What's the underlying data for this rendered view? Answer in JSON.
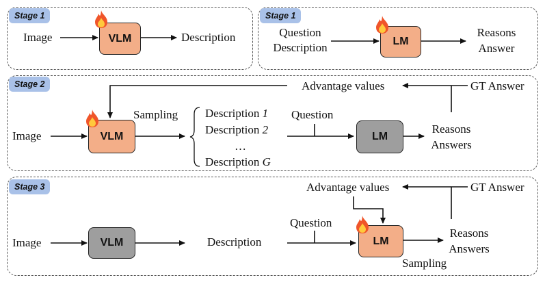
{
  "stage1_left": {
    "tag": "Stage 1",
    "input": "Image",
    "model": "VLM",
    "output": "Description"
  },
  "stage1_right": {
    "tag": "Stage 1",
    "input_line1": "Question",
    "input_line2": "Description",
    "model": "LM",
    "output_line1": "Reasons",
    "output_line2": "Answer"
  },
  "stage2": {
    "tag": "Stage 2",
    "input": "Image",
    "model": "VLM",
    "sampling": "Sampling",
    "descriptions": [
      {
        "prefix": "Description ",
        "index": "1"
      },
      {
        "prefix": "Description ",
        "index": "2"
      },
      {
        "prefix": "…",
        "index": ""
      },
      {
        "prefix": "Description ",
        "index": "G"
      }
    ],
    "question": "Question",
    "lm": "LM",
    "reasons": "Reasons",
    "answers": "Answers",
    "advantage": "Advantage values",
    "gt": "GT Answer"
  },
  "stage3": {
    "tag": "Stage 3",
    "input": "Image",
    "vlm": "VLM",
    "description": "Description",
    "question": "Question",
    "lm": "LM",
    "reasons": "Reasons",
    "answers": "Answers",
    "sampling": "Sampling",
    "advantage": "Advantage values",
    "gt": "GT Answer"
  },
  "colors": {
    "trainable_box": "#f3ae88",
    "frozen_box": "#9e9e9e",
    "stage_tag": "#a9c1e8",
    "fire_outer": "#f0552a",
    "fire_inner": "#ffc93c"
  },
  "icons": {
    "trainable": "fire-icon"
  }
}
